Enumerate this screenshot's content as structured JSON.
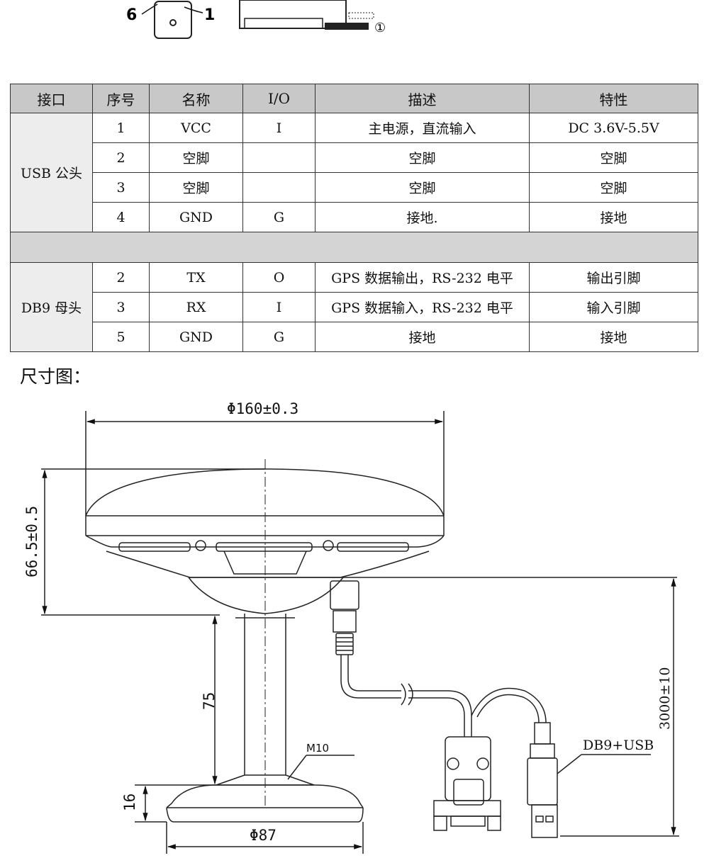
{
  "top_figure": {
    "pin_left": "6",
    "pin_right": "1",
    "circled": "①"
  },
  "table": {
    "headers": [
      "接口",
      "序号",
      "名称",
      "I/O",
      "描述",
      "特性"
    ],
    "groups": [
      {
        "interface": "USB 公头",
        "rows": [
          {
            "no": "1",
            "name": "VCC",
            "io": "I",
            "desc": "主电源，直流输入",
            "feature": "DC 3.6V-5.5V"
          },
          {
            "no": "2",
            "name": "空脚",
            "io": "",
            "desc": "空脚",
            "feature": "空脚"
          },
          {
            "no": "3",
            "name": "空脚",
            "io": "",
            "desc": "空脚",
            "feature": "空脚"
          },
          {
            "no": "4",
            "name": "GND",
            "io": "G",
            "desc": "接地.",
            "feature": "接地"
          }
        ]
      },
      {
        "interface": "DB9 母头",
        "rows": [
          {
            "no": "2",
            "name": "TX",
            "io": "O",
            "desc": "GPS 数据输出，RS-232 电平",
            "feature": "输出引脚"
          },
          {
            "no": "3",
            "name": "RX",
            "io": "I",
            "desc": "GPS 数据输入，RS-232 电平",
            "feature": "输入引脚"
          },
          {
            "no": "5",
            "name": "GND",
            "io": "G",
            "desc": "接地",
            "feature": "接地"
          }
        ]
      }
    ]
  },
  "dimension_title": "尺寸图：",
  "dimensions": {
    "diameter_top": "Φ160±0.3",
    "height_dome": "66.5±0.5",
    "height_pole": "75",
    "thread": "M10",
    "height_base": "16",
    "diameter_base": "Φ87",
    "cable_length": "3000±10",
    "connector_label": "DB9+USB"
  }
}
